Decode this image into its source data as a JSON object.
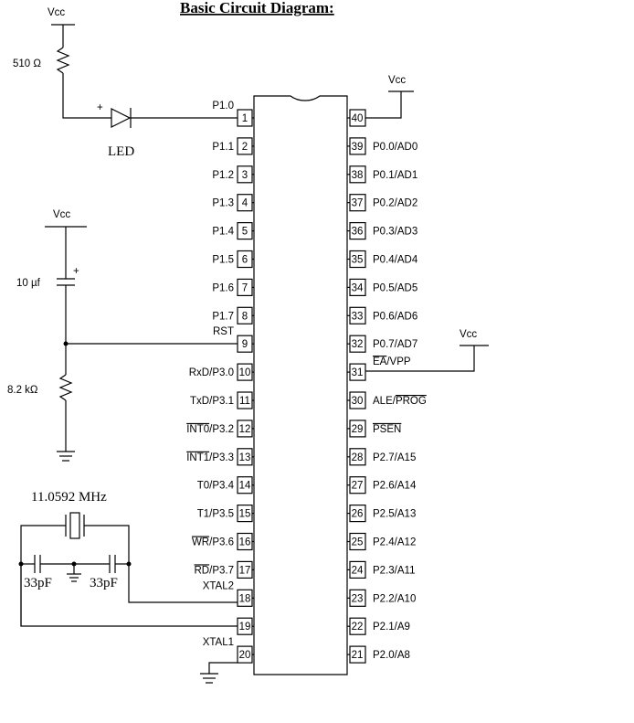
{
  "title": "Basic Circuit Diagram:",
  "vcc_label": "Vcc",
  "components": {
    "r1": "510 Ω",
    "led": "LED",
    "c_reset": "10 µf",
    "r_reset": "8.2 kΩ",
    "crystal": "11.0592 MHz",
    "c1": "33pF",
    "c2": "33pF"
  },
  "left_pins": [
    {
      "num": "1",
      "label": "P1.0"
    },
    {
      "num": "2",
      "label": "P1.1"
    },
    {
      "num": "3",
      "label": "P1.2"
    },
    {
      "num": "4",
      "label": "P1.3"
    },
    {
      "num": "5",
      "label": "P1.4"
    },
    {
      "num": "6",
      "label": "P1.5"
    },
    {
      "num": "7",
      "label": "P1.6"
    },
    {
      "num": "8",
      "label": "P1.7"
    },
    {
      "num": "9",
      "label": "RST"
    },
    {
      "num": "10",
      "label": "RxD/P3.0"
    },
    {
      "num": "11",
      "label": "TxD/P3.1"
    },
    {
      "num": "12",
      "label": "INT0/P3.2"
    },
    {
      "num": "13",
      "label": "INT1/P3.3"
    },
    {
      "num": "14",
      "label": "T0/P3.4"
    },
    {
      "num": "15",
      "label": "T1/P3.5"
    },
    {
      "num": "16",
      "label": "WR/P3.6"
    },
    {
      "num": "17",
      "label": "RD/P3.7"
    },
    {
      "num": "18",
      "label": "XTAL2"
    },
    {
      "num": "19",
      "label": ""
    },
    {
      "num": "20",
      "label": "XTAL1"
    }
  ],
  "right_pins": [
    {
      "num": "40",
      "label": ""
    },
    {
      "num": "39",
      "label": "P0.0/AD0"
    },
    {
      "num": "38",
      "label": "P0.1/AD1"
    },
    {
      "num": "37",
      "label": "P0.2/AD2"
    },
    {
      "num": "36",
      "label": "P0.3/AD3"
    },
    {
      "num": "35",
      "label": "P0.4/AD4"
    },
    {
      "num": "34",
      "label": "P0.5/AD5"
    },
    {
      "num": "33",
      "label": "P0.6/AD6"
    },
    {
      "num": "32",
      "label": "P0.7/AD7"
    },
    {
      "num": "31",
      "label": "EA/VPP"
    },
    {
      "num": "30",
      "label": "ALE/PROG"
    },
    {
      "num": "29",
      "label": "PSEN"
    },
    {
      "num": "28",
      "label": "P2.7/A15"
    },
    {
      "num": "27",
      "label": "P2.6/A14"
    },
    {
      "num": "26",
      "label": "P2.5/A13"
    },
    {
      "num": "25",
      "label": "P2.4/A12"
    },
    {
      "num": "24",
      "label": "P2.3/A11"
    },
    {
      "num": "23",
      "label": "P2.2/A10"
    },
    {
      "num": "22",
      "label": "P2.1/A9"
    },
    {
      "num": "21",
      "label": "P2.0/A8"
    }
  ]
}
